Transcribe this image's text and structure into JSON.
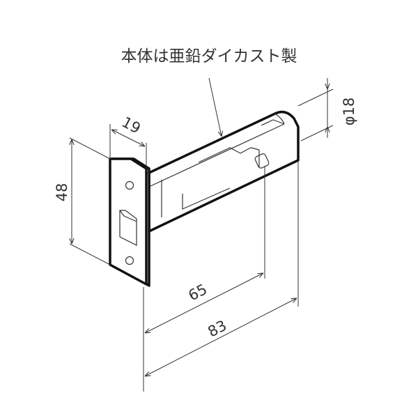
{
  "callout": {
    "text": "本体は亜鉛ダイカスト製"
  },
  "dimensions": {
    "faceplate_width": "19",
    "faceplate_height": "48",
    "diameter": "φ18",
    "backset_short": "65",
    "backset_long": "83"
  }
}
